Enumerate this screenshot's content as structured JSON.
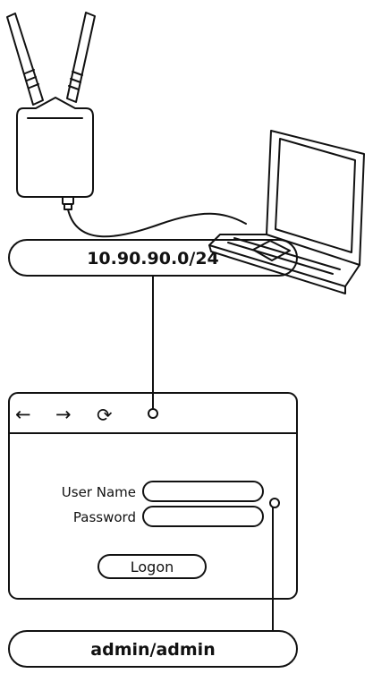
{
  "network": {
    "subnet": "10.90.90.0/24"
  },
  "browser": {
    "back_glyph": "←",
    "forward_glyph": "→",
    "reload_glyph": "⟳",
    "icons": [
      "back-arrow-icon",
      "forward-arrow-icon",
      "reload-icon"
    ]
  },
  "login_form": {
    "user_name_label": "User Name",
    "password_label": "Password",
    "logon_label": "Logon"
  },
  "credentials": {
    "default": "admin/admin"
  },
  "illustration": {
    "devices": [
      "access-point-icon",
      "laptop-icon"
    ],
    "stroke_color": "#111111"
  }
}
